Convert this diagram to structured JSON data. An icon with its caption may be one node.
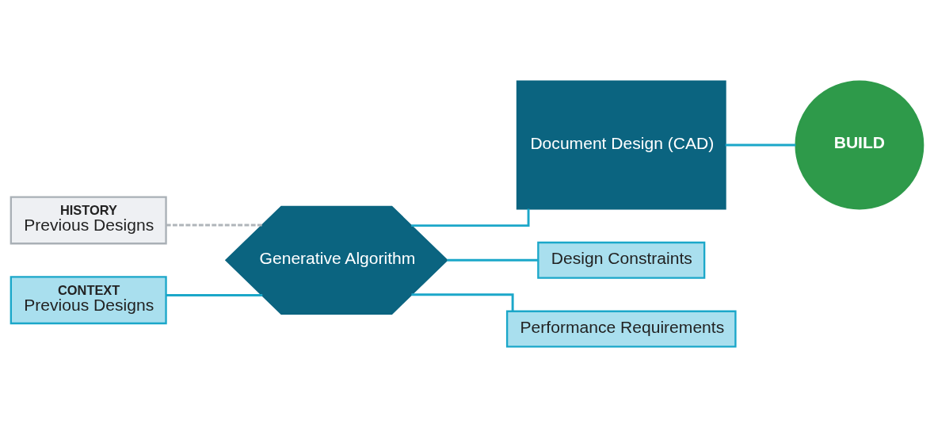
{
  "diagram": {
    "nodes": [
      {
        "text": [
          "HISTORY",
          "Previous Designs"
        ]
      },
      {
        "text": [
          "CONTEXT",
          "Previous Designs"
        ]
      },
      {
        "text": [
          "Generative Algorithm"
        ]
      },
      {
        "text": [
          "Document Design (CAD)"
        ]
      },
      {
        "text": [
          "BUILD"
        ]
      },
      {
        "text": [
          "Design Constraints"
        ]
      },
      {
        "text": [
          "Performance Requirements"
        ]
      }
    ],
    "edges": [
      {
        "from": 0,
        "to": 2,
        "arrow": "none",
        "style": "dashed",
        "color": "#b0b5ba"
      },
      {
        "from": 1,
        "to": 2,
        "arrow": "none"
      },
      {
        "from": 2,
        "to": 3,
        "arrow": "none"
      },
      {
        "from": 3,
        "to": 4,
        "arrow": "none"
      },
      {
        "from": 2,
        "to": 5,
        "arrow": "none"
      },
      {
        "from": 2,
        "to": 6,
        "arrow": "none"
      }
    ]
  }
}
